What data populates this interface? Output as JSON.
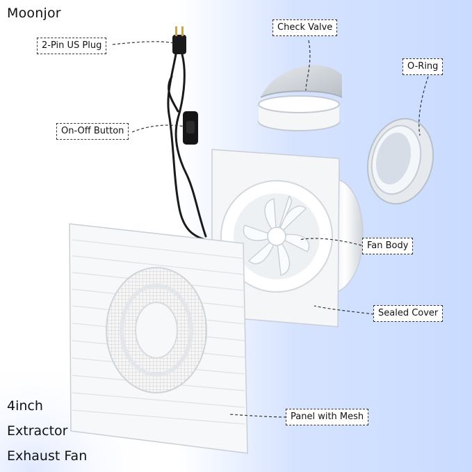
{
  "brand": "Moonjor",
  "labels": {
    "plug": "2-Pin US Plug",
    "check_valve": "Check Valve",
    "o_ring": "O-Ring",
    "button": "On-Off Button",
    "fan_body": "Fan Body",
    "sealed_cover": "Sealed Cover",
    "panel": "Panel with Mesh"
  },
  "tagline": [
    "4inch",
    "Extractor",
    "Exhaust Fan"
  ],
  "colors": {
    "background_right": "#cfe0ff",
    "background_left": "#ffffff",
    "cable": "#1a1a1a",
    "part_white": "#f4f6f8"
  }
}
